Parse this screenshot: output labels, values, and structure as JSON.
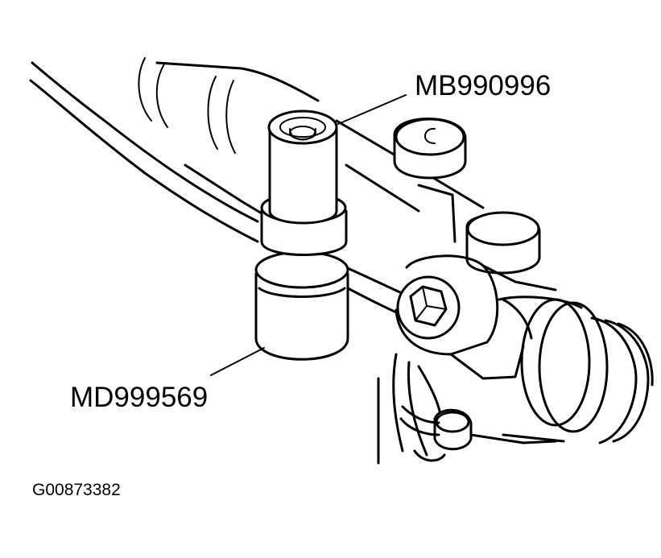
{
  "labels": {
    "tool_upper": "MB990996",
    "tool_lower": "MD999569",
    "figure_id": "G00873382"
  },
  "colors": {
    "ink": "#000000",
    "paper": "#ffffff"
  }
}
